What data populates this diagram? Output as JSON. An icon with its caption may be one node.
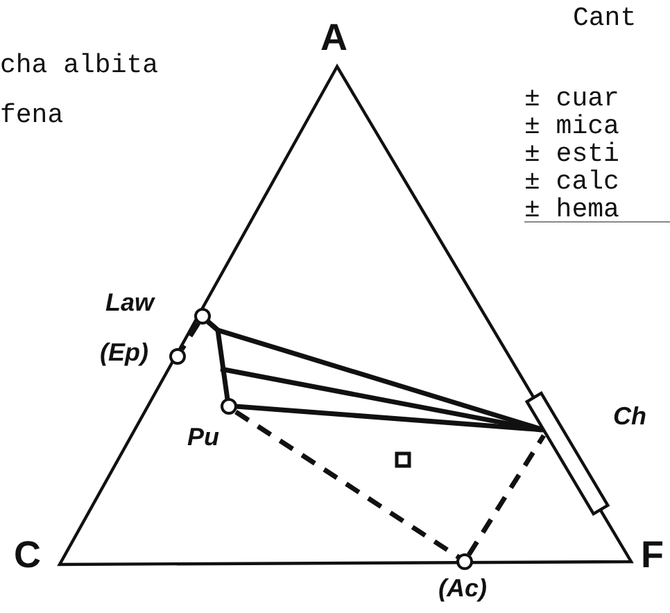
{
  "diagram": {
    "nodes": [
      {
        "text": [],
        "shape": "circle",
        "beside": [
          "Law"
        ]
      },
      {
        "text": [],
        "shape": "circle",
        "beside": [
          "(Ep)"
        ]
      },
      {
        "text": [],
        "shape": "circle",
        "beside": [
          "Pu"
        ]
      },
      {
        "text": [],
        "shape": "bar",
        "beside": [
          "Ch"
        ]
      },
      {
        "text": [],
        "shape": "circle",
        "beside": [
          "(Ac)"
        ]
      }
    ],
    "edges": [
      {
        "from": 0,
        "to": 1,
        "arrow": "none",
        "style": "dashed"
      },
      {
        "from": 0,
        "to": 2,
        "arrow": "none"
      },
      {
        "from": 0,
        "to": 3,
        "arrow": "none"
      },
      {
        "from": 2,
        "to": 3,
        "arrow": "none"
      },
      {
        "from": 2,
        "to": 4,
        "arrow": "none",
        "style": "dashed"
      },
      {
        "from": 4,
        "to": 3,
        "arrow": "none",
        "style": "dashed"
      }
    ],
    "labels": [
      "Cant",
      "A",
      "cha albita",
      "± cuar",
      "± mica",
      "fena",
      "± esti",
      "± calc",
      "± hema",
      "C",
      "F"
    ]
  }
}
